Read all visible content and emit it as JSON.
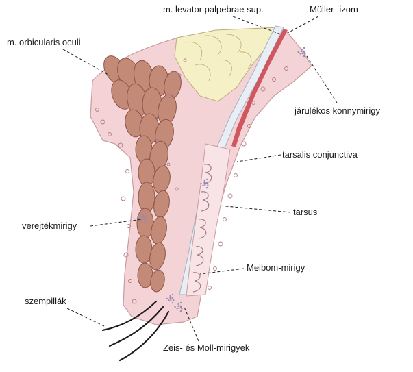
{
  "labels": {
    "levator": "m. levator palpebrae sup.",
    "muller": "Müller- izom",
    "orbicularis": "m. orbicularis oculi",
    "lacrimal": "járulékos könnymirigy",
    "conjunctiva": "tarsalis conjunctiva",
    "tarsus": "tarsus",
    "sweat": "verejtékmirigy",
    "meibom": "Meibom-mirigy",
    "lashes": "szempillák",
    "zeis_moll": "Zeis- és Moll-mirigyek"
  },
  "colors": {
    "skin": "#f4d3d6",
    "skin_edge": "#c99aa0",
    "muscle": "#c48a78",
    "muscle_edge": "#8a5445",
    "fat": "#f6f0c6",
    "fat_edge": "#b7ad78",
    "levator_band": "#e8eef4",
    "muller_red": "#c9404a",
    "glands": "#9a86b8",
    "lash": "#1c1c1c"
  }
}
